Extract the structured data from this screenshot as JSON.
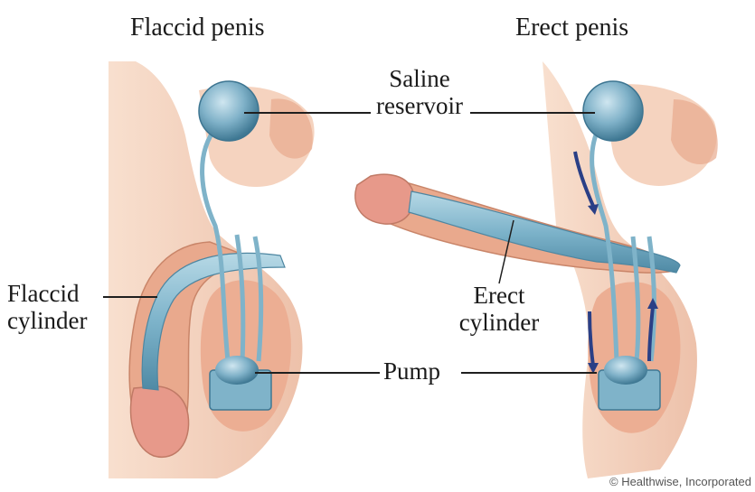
{
  "titles": {
    "left": "Flaccid penis",
    "right": "Erect penis"
  },
  "labels": {
    "saline_reservoir": [
      "Saline",
      "reservoir"
    ],
    "flaccid_cylinder": [
      "Flaccid",
      "cylinder"
    ],
    "erect_cylinder": [
      "Erect",
      "cylinder"
    ],
    "pump": "Pump"
  },
  "credit": "© Healthwise, Incorporated",
  "colors": {
    "skin": "#f3c9ae",
    "skin_shadow": "#e7a98c",
    "flesh": "#e39a85",
    "device_blue": "#86b8cf",
    "device_dark": "#4f8aa5",
    "arrow": "#2a3f86"
  }
}
